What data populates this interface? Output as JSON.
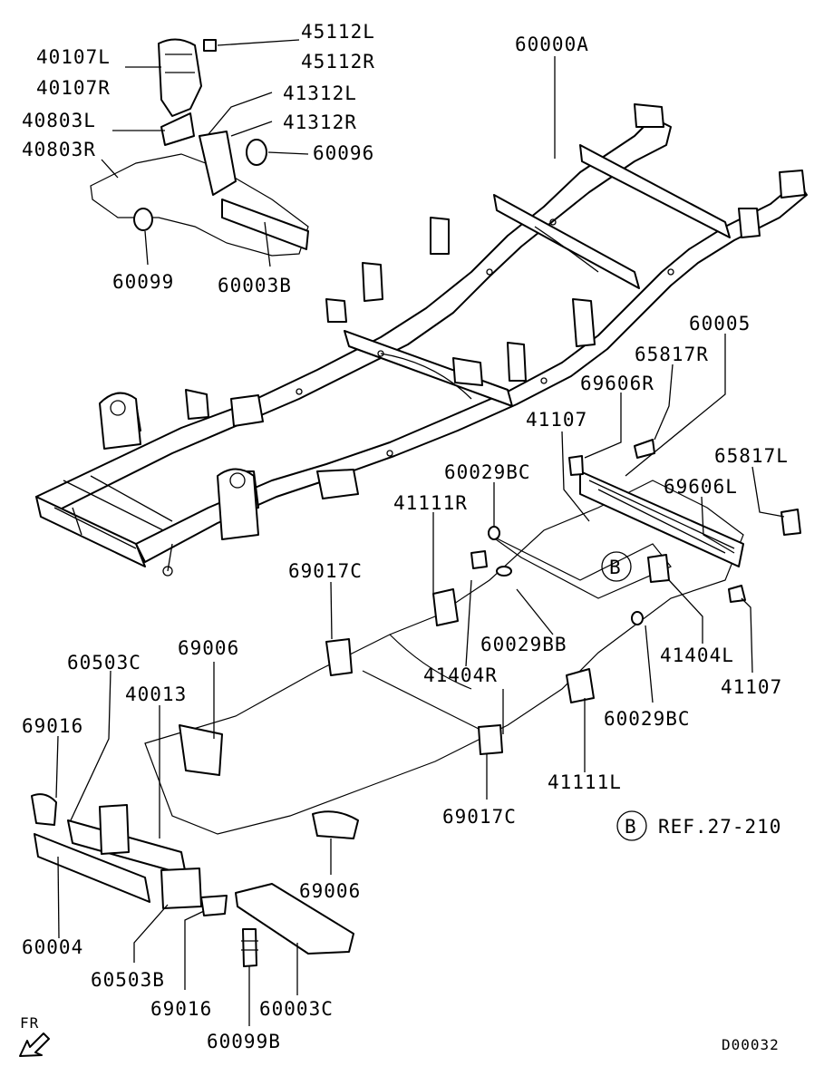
{
  "labels": {
    "l_45112L": "45112L",
    "l_45112R": "45112R",
    "l_40107L": "40107L",
    "l_40107R": "40107R",
    "l_41312L": "41312L",
    "l_41312R": "41312R",
    "l_40803L": "40803L",
    "l_40803R": "40803R",
    "l_60096": "60096",
    "l_60000A": "60000A",
    "l_60099": "60099",
    "l_60003B": "60003B",
    "l_60005": "60005",
    "l_65817R": "65817R",
    "l_69606R": "69606R",
    "l_41107_top": "41107",
    "l_60029BC_top": "60029BC",
    "l_65817L": "65817L",
    "l_69606L": "69606L",
    "l_41111R": "41111R",
    "l_69017C_top": "69017C",
    "l_60029BB": "60029BB",
    "l_41404L": "41404L",
    "l_41107_bottom": "41107",
    "l_69006_top": "69006",
    "l_60503C": "60503C",
    "l_40013": "40013",
    "l_41404R": "41404R",
    "l_60029BC_bottom": "60029BC",
    "l_69016_left": "69016",
    "l_41111L": "41111L",
    "l_69017C_bottom": "69017C",
    "l_ref_circle": "B",
    "l_ref_text": "REF.27-210",
    "l_69006_bottom": "69006",
    "l_60004": "60004",
    "l_60503B": "60503B",
    "l_69016_bottom": "69016",
    "l_60003C": "60003C",
    "l_60099B": "60099B",
    "l_fr": "FR",
    "l_drawing_id": "D00032",
    "l_b_callout": "B"
  }
}
